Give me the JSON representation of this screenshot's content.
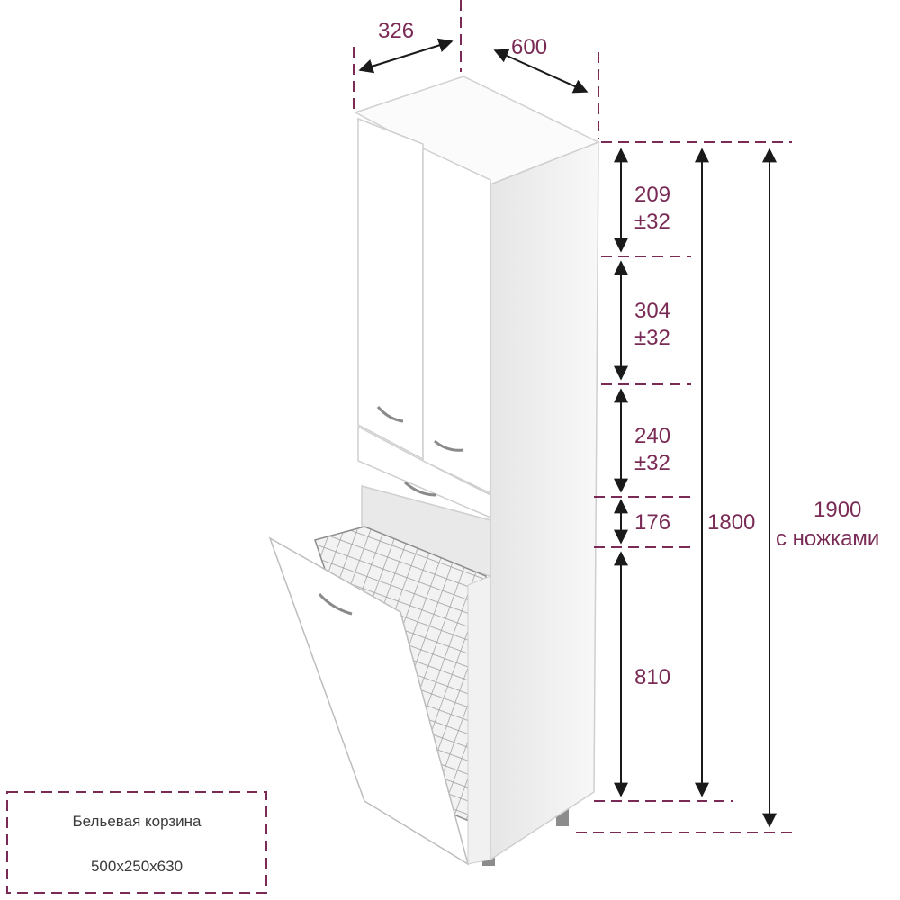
{
  "dimensions": {
    "depth": "326",
    "width": "600",
    "height_main": "1800",
    "height_total_value": "1900",
    "height_total_note": "с ножками",
    "sections": [
      {
        "value": "209",
        "tolerance": "±32"
      },
      {
        "value": "304",
        "tolerance": "±32"
      },
      {
        "value": "240",
        "tolerance": "±32"
      },
      {
        "value": "176",
        "tolerance": ""
      },
      {
        "value": "810",
        "tolerance": ""
      }
    ]
  },
  "basket_note": {
    "title": "Бельевая корзина",
    "size": "500x250x630"
  },
  "colors": {
    "accent": "#7a2b55",
    "arrow": "#1a1a1a",
    "cabinet_body": "#f7f7f7",
    "cabinet_edge": "#cfcfcf",
    "basket_wire": "#9a9a9a"
  }
}
